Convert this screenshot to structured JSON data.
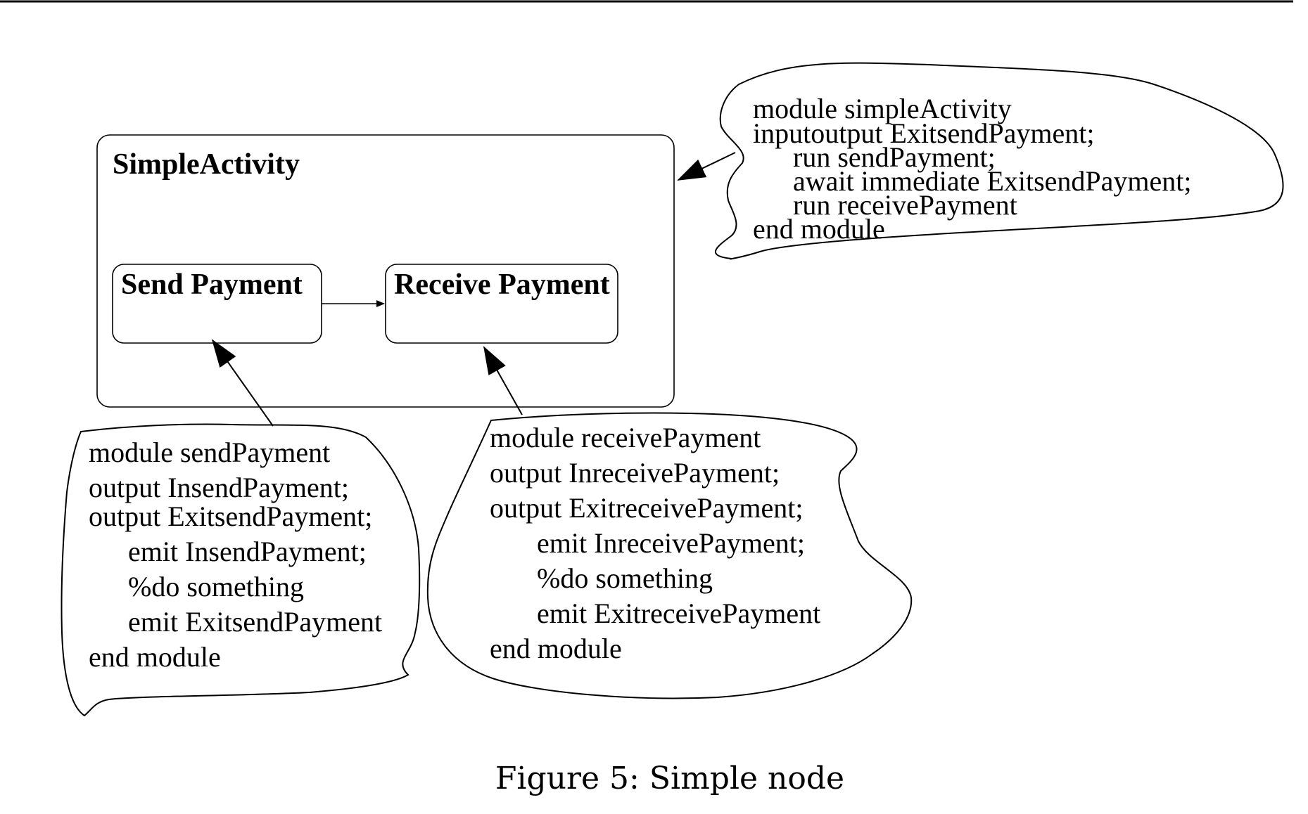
{
  "diagram": {
    "container_title": "SimpleActivity",
    "states": {
      "send": "Send Payment",
      "receive": "Receive Payment"
    },
    "simple_activity_code": [
      "module simpleActivity",
      "inputoutput ExitsendPayment;",
      "run sendPayment;",
      "await immediate ExitsendPayment;",
      "run receivePayment",
      "end module"
    ],
    "send_payment_code": [
      "module sendPayment",
      "output InsendPayment;",
      "output ExitsendPayment;",
      "emit InsendPayment;",
      "%do something",
      "emit ExitsendPayment",
      "end module"
    ],
    "receive_payment_code": [
      "module receivePayment",
      "output InreceivePayment;",
      "output ExitreceivePayment;",
      "emit InreceivePayment;",
      "%do something",
      "emit ExitreceivePayment",
      "end module"
    ]
  },
  "caption": "Figure 5: Simple node"
}
